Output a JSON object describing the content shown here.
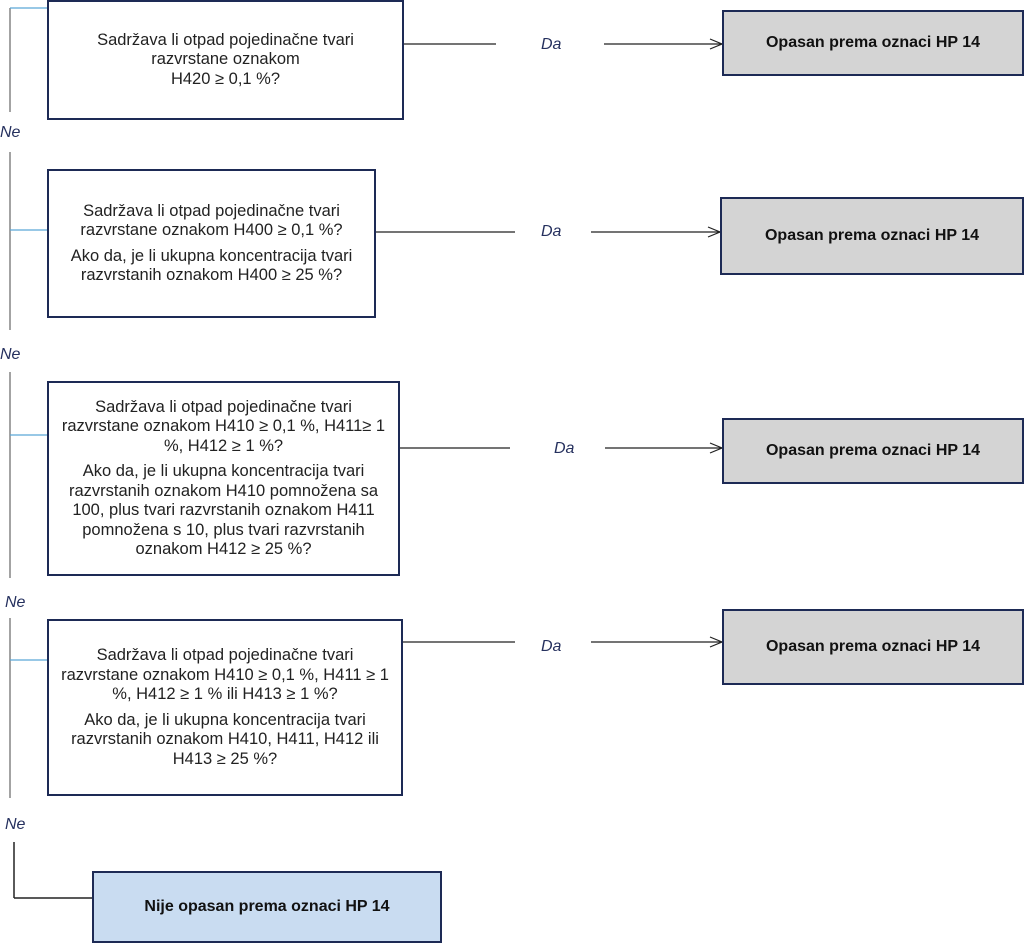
{
  "questions": [
    {
      "lines": [
        "Sadržava li otpad pojedinačne tvari razvrstane oznakom",
        "H420 ≥ 0,1 %?"
      ],
      "extra": ""
    },
    {
      "lines": [
        "Sadržava li otpad pojedinačne tvari razvrstane oznakom H400 ≥ 0,1 %?"
      ],
      "extra": "Ako da, je li ukupna koncentracija tvari razvrstanih oznakom H400 ≥ 25 %?"
    },
    {
      "lines": [
        "Sadržava li otpad pojedinačne tvari razvrstane oznakom H410 ≥ 0,1 %, H411≥ 1 %, H412 ≥ 1 %?"
      ],
      "extra": "Ako da, je li ukupna koncentracija tvari razvrstanih oznakom H410 pomnožena sa 100, plus tvari razvrstanih oznakom H411 pomnožena s 10, plus tvari razvrstanih oznakom H412 ≥ 25 %?"
    },
    {
      "lines": [
        "Sadržava li otpad pojedinačne tvari razvrstane oznakom H410 ≥ 0,1 %, H411 ≥ 1 %, H412 ≥ 1 % ili H413 ≥ 1 %?"
      ],
      "extra": "Ako da, je li ukupna koncentracija tvari razvrstanih oznakom H410, H411, H412 ili H413 ≥ 25 %?"
    }
  ],
  "yes_label": "Da",
  "no_label": "Ne",
  "result_hazardous": "Opasan prema oznaci HP 14",
  "result_not_hazardous": "Nije opasan prema oznaci HP 14",
  "colors": {
    "box_border": "#1d2a55",
    "result_fill": "#d4d4d4",
    "final_fill": "#c9dcf1",
    "connector_blue": "#5aa6d6",
    "line": "#222222"
  }
}
